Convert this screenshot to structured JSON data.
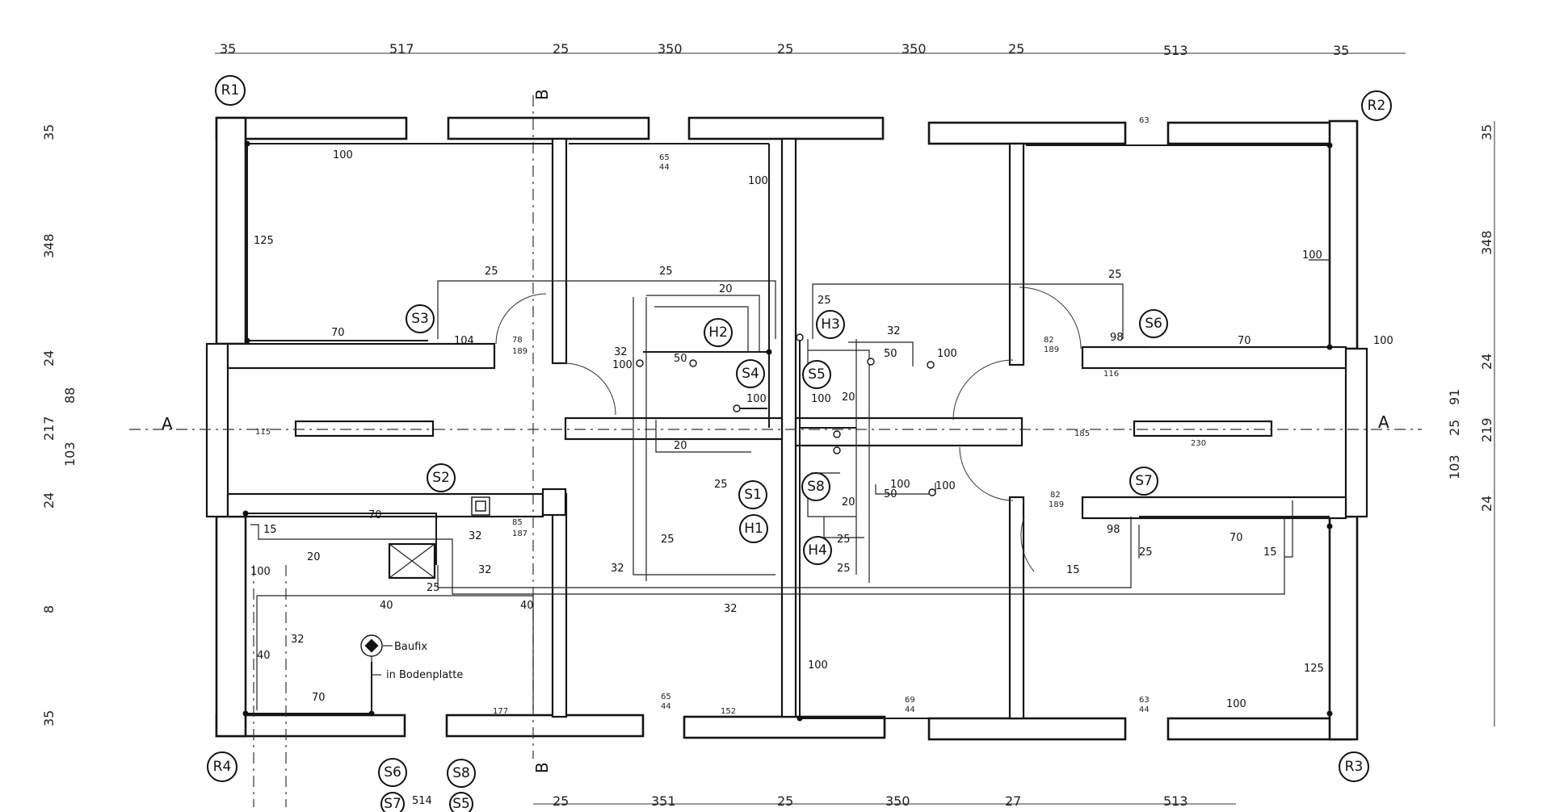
{
  "top_dims": [
    {
      "t": "35"
    },
    {
      "t": "517"
    },
    {
      "t": "25"
    },
    {
      "t": "350"
    },
    {
      "t": "25"
    },
    {
      "t": "350"
    },
    {
      "t": "25"
    },
    {
      "t": "513"
    },
    {
      "t": "35"
    }
  ],
  "bottom_dims": [
    {
      "t": "25"
    },
    {
      "t": "351"
    },
    {
      "t": "25"
    },
    {
      "t": "350"
    },
    {
      "t": "27"
    },
    {
      "t": "513"
    }
  ],
  "right_dims": [
    {
      "t": "35"
    },
    {
      "t": "348"
    },
    {
      "t": "24"
    },
    {
      "t": "91"
    },
    {
      "t": "25"
    },
    {
      "t": "219"
    },
    {
      "t": "103"
    },
    {
      "t": "24"
    }
  ],
  "left_dims": [
    {
      "t": "35"
    },
    {
      "t": "348"
    },
    {
      "t": "24"
    },
    {
      "t": "217"
    },
    {
      "t": "88"
    },
    {
      "t": "103"
    },
    {
      "t": "24"
    },
    {
      "t": "8"
    },
    {
      "t": "35"
    }
  ],
  "section_labels": {
    "a_left": "A",
    "a_right": "A",
    "b_top": "B",
    "b_bottom": "B"
  },
  "corner_markers": {
    "r1": "R1",
    "r2": "R2",
    "r3": "R3",
    "r4": "R4"
  },
  "markers": [
    {
      "t": "S3"
    },
    {
      "t": "H2"
    },
    {
      "t": "S4"
    },
    {
      "t": "H3"
    },
    {
      "t": "S5"
    },
    {
      "t": "S6"
    },
    {
      "t": "S2"
    },
    {
      "t": "S1"
    },
    {
      "t": "H1"
    },
    {
      "t": "S8"
    },
    {
      "t": "H4"
    },
    {
      "t": "S7"
    }
  ],
  "legend_markers": [
    {
      "t": "S6"
    },
    {
      "t": "S8"
    },
    {
      "t": "S7"
    },
    {
      "t": "S5"
    }
  ],
  "legend_dim": "514",
  "baufix": {
    "label": "Baufix",
    "sub": "in Bodenplatte"
  },
  "pipe_labels": [
    {
      "t": "100"
    },
    {
      "t": "125"
    },
    {
      "t": "25"
    },
    {
      "t": "70"
    },
    {
      "t": "104"
    },
    {
      "t": "100"
    },
    {
      "t": "25"
    },
    {
      "t": "20"
    },
    {
      "t": "32"
    },
    {
      "t": "100"
    },
    {
      "t": "50"
    },
    {
      "t": "100"
    },
    {
      "t": "25"
    },
    {
      "t": "32"
    },
    {
      "t": "50"
    },
    {
      "t": "100"
    },
    {
      "t": "100"
    },
    {
      "t": "20"
    },
    {
      "t": "25"
    },
    {
      "t": "100"
    },
    {
      "t": "70"
    },
    {
      "t": "98"
    },
    {
      "t": "100"
    },
    {
      "t": "100"
    },
    {
      "t": "15"
    },
    {
      "t": "70"
    },
    {
      "t": "20"
    },
    {
      "t": "100"
    },
    {
      "t": "20"
    },
    {
      "t": "32"
    },
    {
      "t": "25"
    },
    {
      "t": "32"
    },
    {
      "t": "32"
    },
    {
      "t": "40"
    },
    {
      "t": "40"
    },
    {
      "t": "32"
    },
    {
      "t": "25"
    },
    {
      "t": "25"
    },
    {
      "t": "50"
    },
    {
      "t": "100"
    },
    {
      "t": "20"
    },
    {
      "t": "25"
    },
    {
      "t": "25"
    },
    {
      "t": "15"
    },
    {
      "t": "70"
    },
    {
      "t": "15"
    },
    {
      "t": "98"
    },
    {
      "t": "25"
    },
    {
      "t": "100"
    },
    {
      "t": "32"
    },
    {
      "t": "40"
    },
    {
      "t": "70"
    },
    {
      "t": "100"
    },
    {
      "t": "125"
    },
    {
      "t": "100"
    },
    {
      "t": "177"
    },
    {
      "t": "152"
    },
    {
      "t": "230"
    },
    {
      "t": "185"
    },
    {
      "t": "115"
    }
  ],
  "small_labels": [
    {
      "t": "78"
    },
    {
      "t": "189"
    },
    {
      "t": "82"
    },
    {
      "t": "189"
    },
    {
      "t": "82"
    },
    {
      "t": "189"
    },
    {
      "t": "85"
    },
    {
      "t": "187"
    },
    {
      "t": "116"
    },
    {
      "t": "63"
    },
    {
      "t": "65"
    },
    {
      "t": "44"
    },
    {
      "t": "63"
    },
    {
      "t": "44"
    },
    {
      "t": "65"
    },
    {
      "t": "44"
    },
    {
      "t": "69"
    },
    {
      "t": "44"
    }
  ]
}
